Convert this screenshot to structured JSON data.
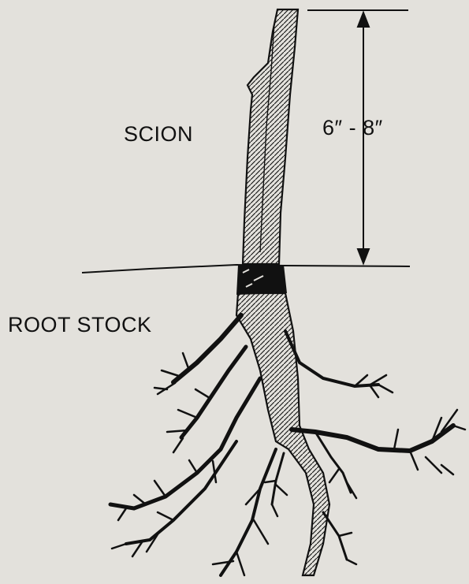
{
  "labels": {
    "scion": "SCION",
    "root_stock": "ROOT STOCK",
    "measurement": "6″ - 8″"
  },
  "colors": {
    "background": "#e3e1dc",
    "ink": "#111111"
  }
}
